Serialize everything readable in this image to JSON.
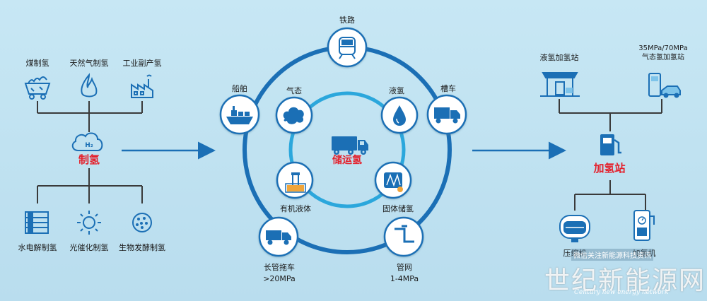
{
  "left": {
    "title": "制氢",
    "h2_badge": "H₂",
    "sources_top": [
      {
        "label": "煤制氢",
        "icon": "coal-cart-icon"
      },
      {
        "label": "天然气制氢",
        "icon": "flame-icon"
      },
      {
        "label": "工业副产氢",
        "icon": "factory-icon"
      }
    ],
    "sources_bottom": [
      {
        "label": "水电解制氢",
        "icon": "electrolysis-icon"
      },
      {
        "label": "光催化制氢",
        "icon": "sun-icon"
      },
      {
        "label": "生物发酵制氢",
        "icon": "bio-fermentation-icon"
      }
    ]
  },
  "center": {
    "title": "储运氢",
    "outer": {
      "rail": "铁路",
      "ship": "船舶",
      "tanker": "槽车",
      "tube_trailer": "长管拖车",
      "tube_trailer_sub": ">20MPa",
      "pipeline": "管网",
      "pipeline_sub": "1-4MPa"
    },
    "inner": {
      "gas": "气态",
      "liquid": "液氢",
      "organic": "有机液体",
      "solid": "固体储氢"
    }
  },
  "right": {
    "title": "加氢站",
    "station_liquid": "液氢加氢站",
    "station_gas_line1": "35MPa/70MPa",
    "station_gas_line2": "气态氢加氢站",
    "compressor": "压缩机",
    "dispenser": "加氢机"
  },
  "watermark": {
    "overlay": "微信关注新能源科技资讯",
    "cn": "世纪新能源网",
    "en": "Century new energy network"
  },
  "colors": {
    "background": "#c0e1f0",
    "primary_blue": "#1b6fb5",
    "accent_red": "#e4202b",
    "ring_light": "#2ba7dc"
  }
}
